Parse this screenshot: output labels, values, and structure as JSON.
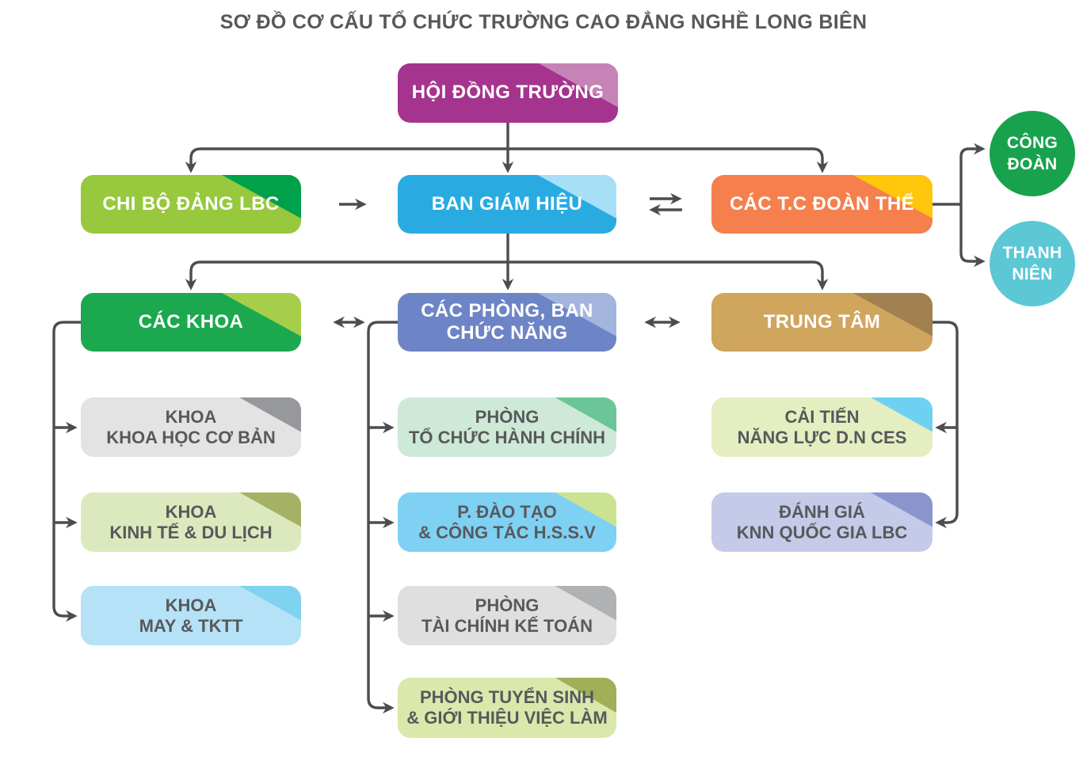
{
  "title": "SƠ ĐỒ CƠ CẤU TỔ CHỨC TRƯỜNG CAO ĐẲNG NGHỀ LONG BIÊN",
  "colors": {
    "connector": "#4D4D4F",
    "title_text": "#57585A",
    "subbox_text": "#58595B",
    "headerbox_text": "#FFFFFF"
  },
  "nodes": {
    "hoi_dong": {
      "label": "HỘI ĐỒNG TRƯỜNG",
      "bg": "#A5348F",
      "fold": "#C683B6"
    },
    "chi_bo": {
      "label": "CHI BỘ ĐẢNG LBC",
      "bg": "#97C83D",
      "fold": "#00A14B"
    },
    "ban_giam": {
      "label": "BAN GIÁM HIỆU",
      "bg": "#29ABE2",
      "fold": "#A7DFF7"
    },
    "doan_the": {
      "label": "CÁC T.C ĐOÀN THỂ",
      "bg": "#F5804D",
      "fold": "#FFC60B"
    },
    "cong_doan": {
      "line1": "CÔNG",
      "line2": "ĐOÀN",
      "bg": "#18A24D"
    },
    "thanh_nien": {
      "line1": "THANH",
      "line2": "NIÊN",
      "bg": "#5CC8D5"
    },
    "cac_khoa": {
      "label": "CÁC KHOA",
      "bg": "#1CA84F",
      "fold": "#A6CE4B"
    },
    "cac_phong": {
      "line1": "CÁC PHÒNG, BAN",
      "line2": "CHỨC NĂNG",
      "bg": "#6D85C6",
      "fold": "#A3B4DD"
    },
    "trung_tam": {
      "label": "TRUNG TÂM",
      "bg": "#D0A55E",
      "fold": "#A1814F"
    },
    "khoa_cb": {
      "line1": "KHOA",
      "line2": "KHOA HỌC CƠ BẢN",
      "bg": "#E3E3E4",
      "fold": "#97989B"
    },
    "khoa_kt": {
      "line1": "KHOA",
      "line2": "KINH TẾ & DU LỊCH",
      "bg": "#DCE9BE",
      "fold": "#A5B266"
    },
    "khoa_may": {
      "line1": "KHOA",
      "line2": "MAY & TKTT",
      "bg": "#B5E2F6",
      "fold": "#7FD2F0"
    },
    "p_tchc": {
      "line1": "PHÒNG",
      "line2": "TỔ CHỨC HÀNH CHÍNH",
      "bg": "#CEE9D7",
      "fold": "#6AC698"
    },
    "p_dao_tao": {
      "line1": "P. ĐÀO TẠO",
      "line2": "& CÔNG TÁC H.S.S.V",
      "bg": "#7ED1F3",
      "fold": "#CCE293"
    },
    "p_tckt": {
      "line1": "PHÒNG",
      "line2": "TÀI CHÍNH KẾ TOÁN",
      "bg": "#DEDFDE",
      "fold": "#B0B1B3"
    },
    "p_ts": {
      "line1": "PHÒNG TUYỂN SINH",
      "line2": "& GIỚI THIỆU VIỆC LÀM",
      "bg": "#DAE8AB",
      "fold": "#A0AF58"
    },
    "cai_tien": {
      "line1": "CẢI TIẾN",
      "line2": "NĂNG LỰC D.N CES",
      "bg": "#E4EEC0",
      "fold": "#6FD1F2"
    },
    "danh_gia": {
      "line1": "ĐÁNH GIÁ",
      "line2": "KNN QUỐC GIA LBC",
      "bg": "#C5CAE9",
      "fold": "#8A95CE"
    }
  },
  "edges": [
    {
      "from": "hoi_dong",
      "to": "chi_bo",
      "style": "arrow-down"
    },
    {
      "from": "hoi_dong",
      "to": "ban_giam",
      "style": "arrow-down"
    },
    {
      "from": "hoi_dong",
      "to": "doan_the",
      "style": "arrow-down"
    },
    {
      "from": "chi_bo",
      "to": "ban_giam",
      "style": "arrow-right"
    },
    {
      "from": "ban_giam",
      "to": "doan_the",
      "style": "double-swap"
    },
    {
      "from": "doan_the",
      "to": "cong_doan",
      "style": "arrow-right"
    },
    {
      "from": "doan_the",
      "to": "thanh_nien",
      "style": "arrow-right"
    },
    {
      "from": "ban_giam",
      "to": "cac_khoa",
      "style": "arrow-down"
    },
    {
      "from": "ban_giam",
      "to": "cac_phong",
      "style": "arrow-down"
    },
    {
      "from": "ban_giam",
      "to": "trung_tam",
      "style": "arrow-down"
    },
    {
      "from": "cac_khoa",
      "to": "cac_phong",
      "style": "double-headed"
    },
    {
      "from": "cac_phong",
      "to": "trung_tam",
      "style": "double-headed"
    },
    {
      "from": "cac_khoa",
      "to": "khoa_cb",
      "style": "arrow-right"
    },
    {
      "from": "cac_khoa",
      "to": "khoa_kt",
      "style": "arrow-right"
    },
    {
      "from": "cac_khoa",
      "to": "khoa_may",
      "style": "arrow-right"
    },
    {
      "from": "cac_phong",
      "to": "p_tchc",
      "style": "arrow-right"
    },
    {
      "from": "cac_phong",
      "to": "p_dao_tao",
      "style": "arrow-right"
    },
    {
      "from": "cac_phong",
      "to": "p_tckt",
      "style": "arrow-right"
    },
    {
      "from": "cac_phong",
      "to": "p_ts",
      "style": "arrow-right"
    },
    {
      "from": "trung_tam",
      "to": "cai_tien",
      "style": "arrow-left"
    },
    {
      "from": "trung_tam",
      "to": "danh_gia",
      "style": "arrow-left"
    }
  ]
}
